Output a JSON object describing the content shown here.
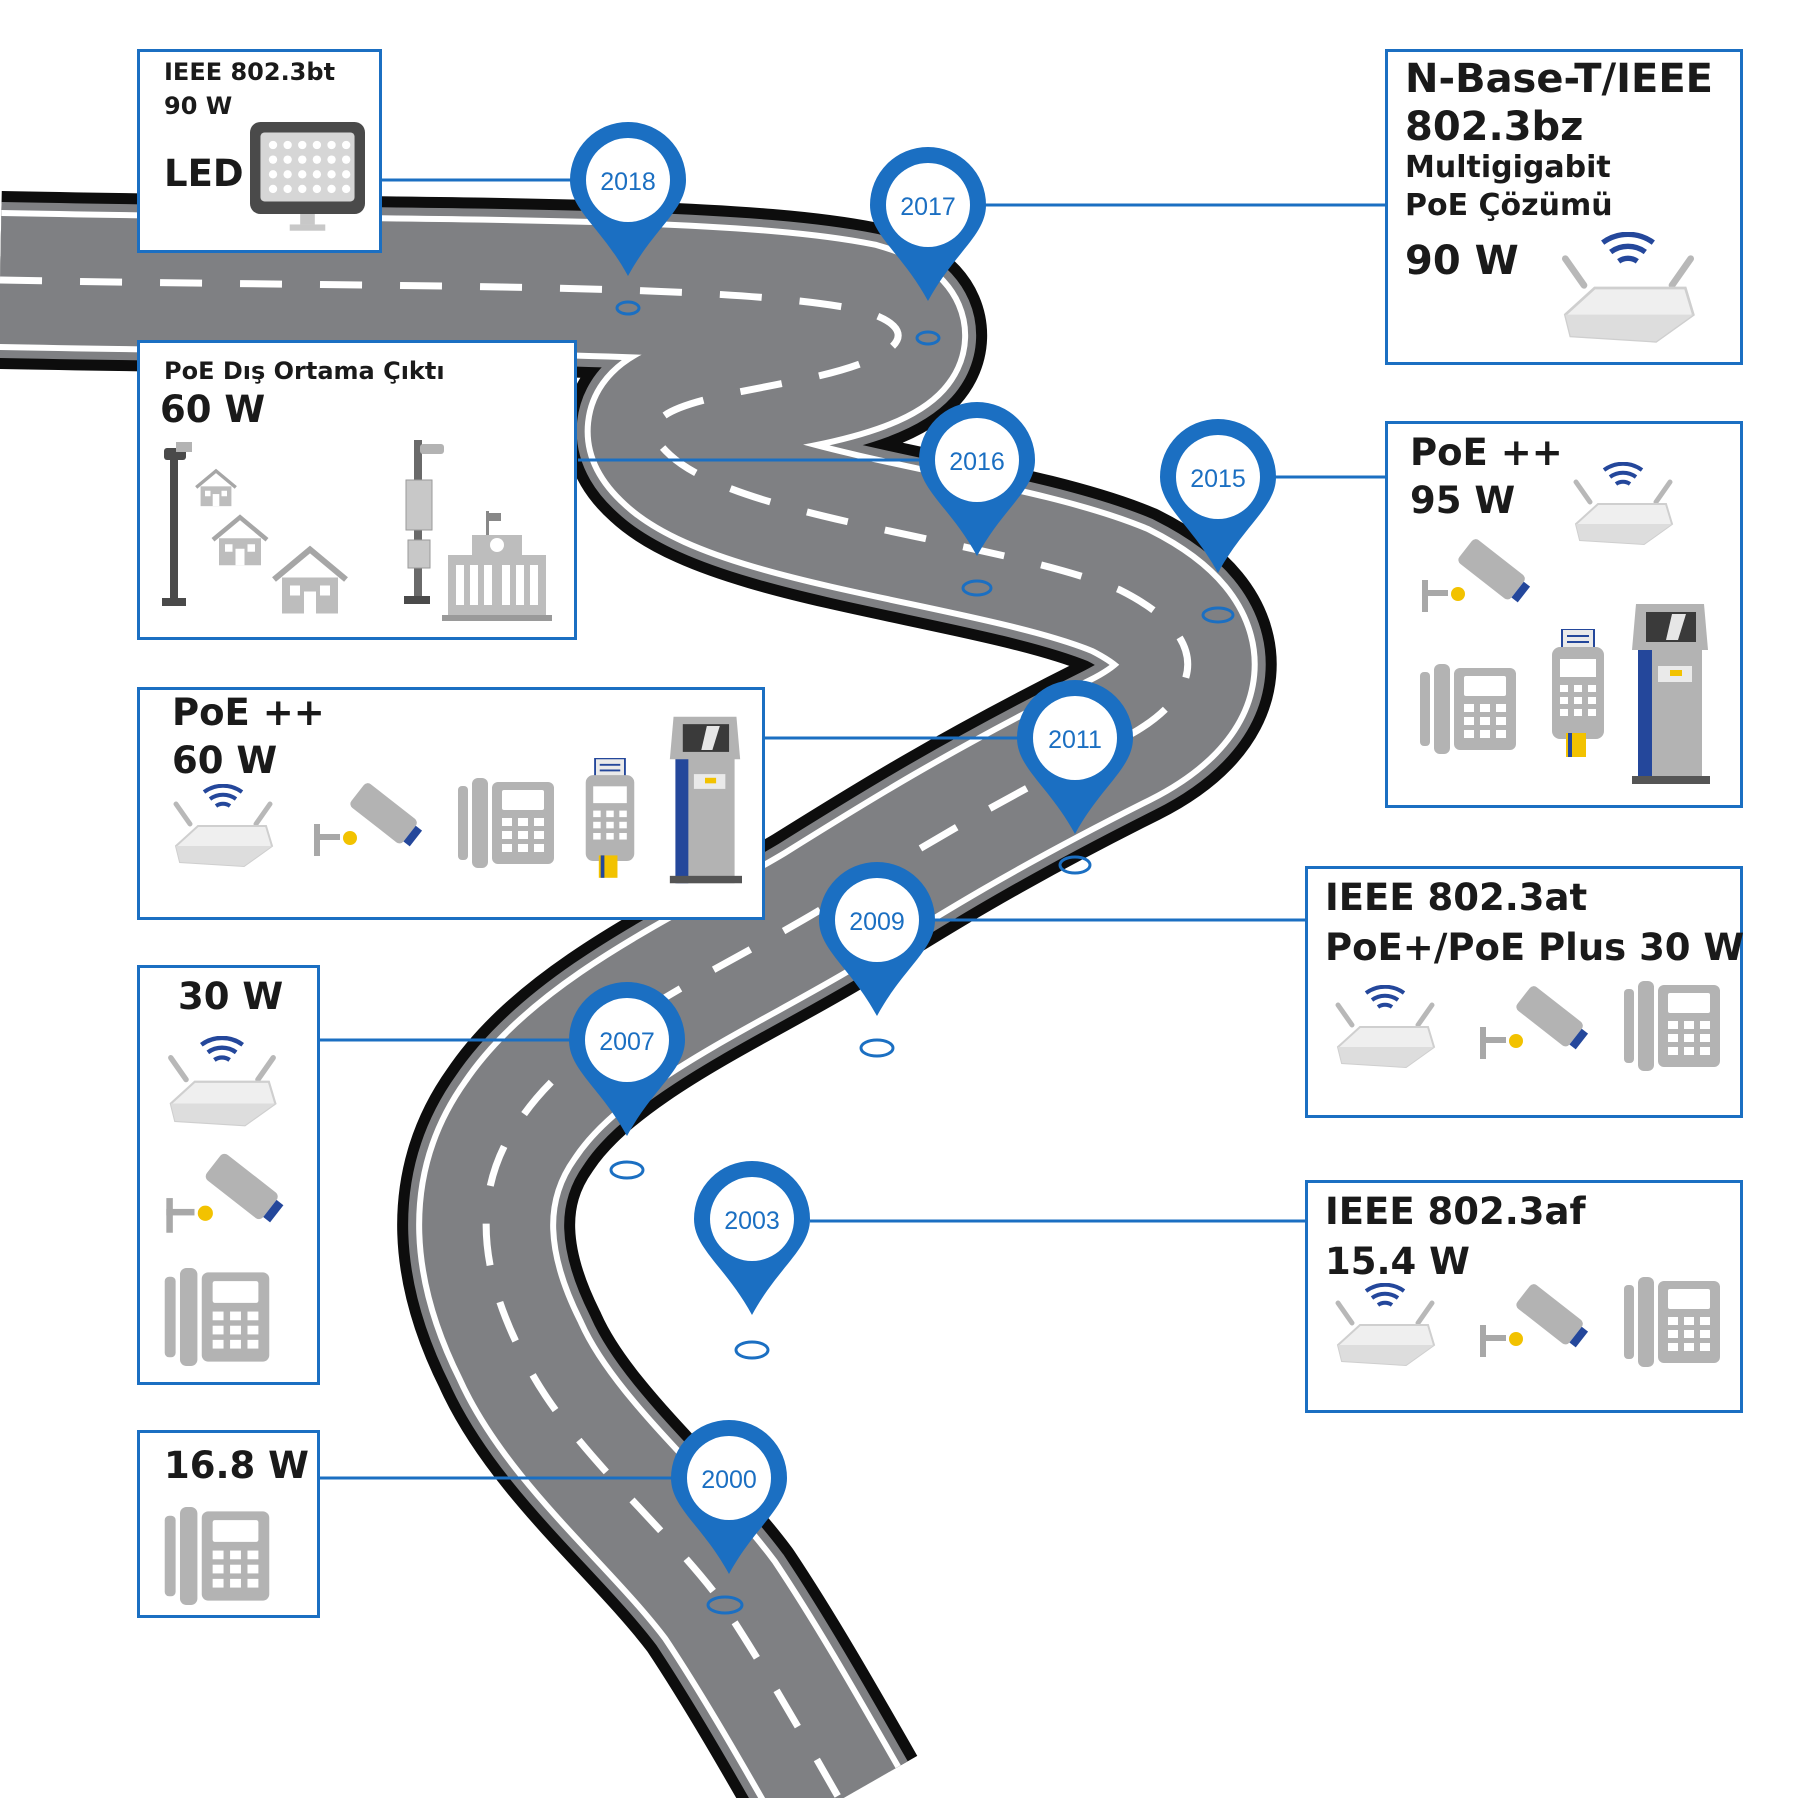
{
  "colors": {
    "accent": "#1b6fc2",
    "road": "#7f8083",
    "road_edge": "#111111",
    "device_gray": "#b3b3b3",
    "camera_dot": "#f2c200",
    "kiosk_blue": "#24479b"
  },
  "milestones": [
    {
      "year": "2000"
    },
    {
      "year": "2003"
    },
    {
      "year": "2007"
    },
    {
      "year": "2009"
    },
    {
      "year": "2011"
    },
    {
      "year": "2015"
    },
    {
      "year": "2016"
    },
    {
      "year": "2017"
    },
    {
      "year": "2018"
    }
  ],
  "boxes": {
    "b2018": {
      "line1": "IEEE 802.3bt",
      "line2": "90 W",
      "label": "LED",
      "icons": [
        "led-light-icon"
      ]
    },
    "b2017": {
      "line1": "N-Base-T/IEEE",
      "line2": "802.3bz",
      "line3": "Multigigabit",
      "line4": "PoE Çözümü",
      "power": "90 W",
      "icons": [
        "wireless-access-point-icon"
      ]
    },
    "b2016": {
      "line1": "PoE Dış Ortama Çıktı",
      "power": "60 W",
      "icons": [
        "street-light-icon",
        "house-icon",
        "street-camera-pole-icon",
        "building-icon"
      ]
    },
    "b2015": {
      "line1": "PoE ++",
      "power": "95 W",
      "icons": [
        "wireless-access-point-icon",
        "security-camera-icon",
        "ip-phone-icon",
        "pos-terminal-icon",
        "kiosk-icon"
      ]
    },
    "b2011": {
      "line1": "PoE ++",
      "power": "60 W",
      "icons": [
        "wireless-access-point-icon",
        "security-camera-icon",
        "ip-phone-icon",
        "pos-terminal-icon",
        "kiosk-icon"
      ]
    },
    "b2009": {
      "line1": "IEEE 802.3at",
      "line2": "PoE+/PoE Plus 30 W",
      "icons": [
        "wireless-access-point-icon",
        "security-camera-icon",
        "ip-phone-icon"
      ]
    },
    "b2007": {
      "power": "30 W",
      "icons": [
        "wireless-access-point-icon",
        "security-camera-icon",
        "ip-phone-icon"
      ]
    },
    "b2003": {
      "line1": "IEEE 802.3af",
      "line2": "15.4 W",
      "icons": [
        "wireless-access-point-icon",
        "security-camera-icon",
        "ip-phone-icon"
      ]
    },
    "b2000": {
      "power": "16.8 W",
      "icons": [
        "ip-phone-icon"
      ]
    }
  }
}
